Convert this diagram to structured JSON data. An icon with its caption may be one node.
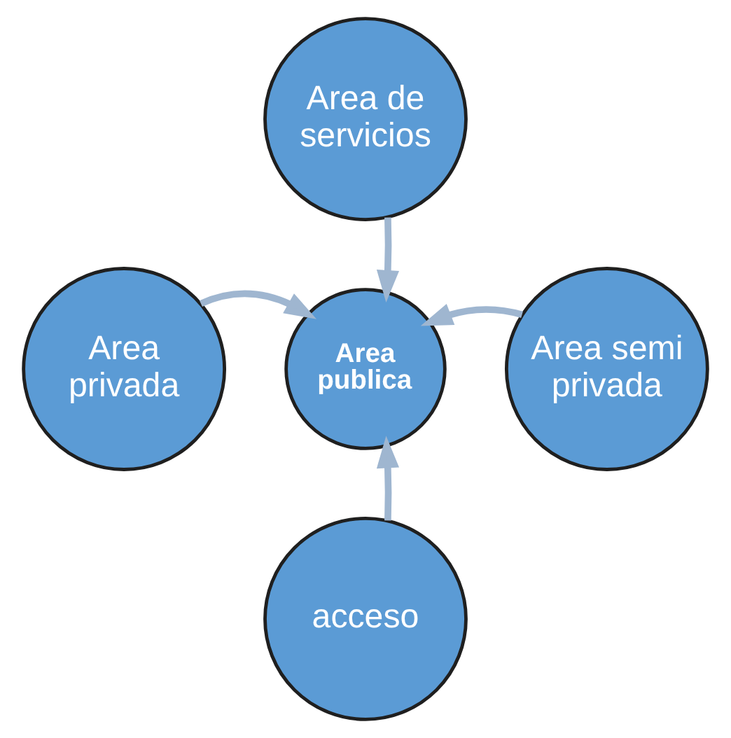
{
  "diagram": {
    "nodes": [
      {
        "text": [
          "Area de servicios"
        ]
      },
      {
        "text": [
          "Area privada"
        ]
      },
      {
        "text": [
          "Area publica"
        ]
      },
      {
        "text": [
          "Area semi privada"
        ]
      },
      {
        "text": [
          "acceso"
        ]
      }
    ],
    "edges": [
      {
        "from": 0,
        "to": 2,
        "arrow": "to"
      },
      {
        "from": 1,
        "to": 2,
        "arrow": "to"
      },
      {
        "from": 3,
        "to": 2,
        "arrow": "to"
      },
      {
        "from": 4,
        "to": 2,
        "arrow": "to"
      }
    ]
  }
}
